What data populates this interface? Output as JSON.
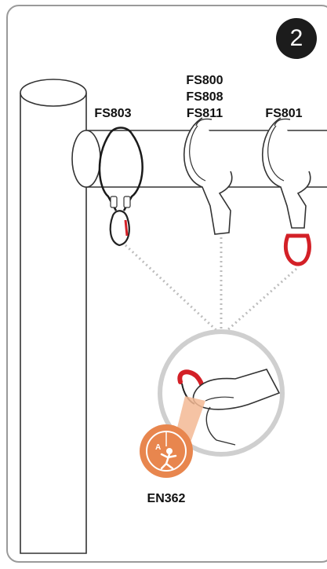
{
  "step_number": "2",
  "labels": {
    "fs803": "FS803",
    "fs800": "FS800",
    "fs808": "FS808",
    "fs811": "FS811",
    "fs801": "FS801",
    "standard": "EN362"
  },
  "badge_letter": "A",
  "colors": {
    "outline": "#333333",
    "accent_red": "#d32027",
    "badge_orange": "#e8864e",
    "badge_orange_light": "#f3b894",
    "dotted_line": "#bdbdbd",
    "frame": "#9a9a9a",
    "step_badge": "#1c1c1c"
  },
  "icons": [
    "step-number-badge",
    "fall-protection-icon",
    "carabiner-icon",
    "hand-icon"
  ]
}
